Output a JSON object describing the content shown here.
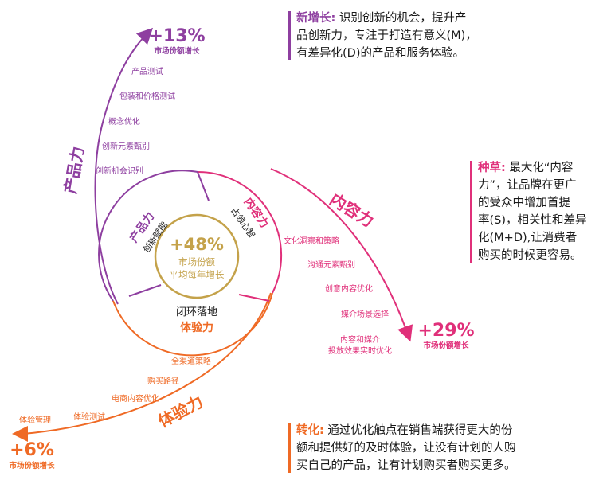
{
  "colors": {
    "product": "#8e3fa0",
    "content": "#e0307a",
    "experience": "#ef6a25",
    "gold": "#c4a24a",
    "text": "#1a1a1a"
  },
  "center": {
    "value": "+48%",
    "line1": "市场份额",
    "line2": "平均每年增长"
  },
  "segments": {
    "product": {
      "title": "产品力",
      "subtitle": "创新赋能"
    },
    "content": {
      "title": "内容力",
      "subtitle": "占领心智"
    },
    "experience": {
      "title": "体验力",
      "subtitle": "闭环落地"
    }
  },
  "arms": {
    "product": {
      "label": "产品力",
      "result_value": "+13%",
      "result_label": "市场份额增长",
      "steps": [
        "产品测试",
        "包装和价格测试",
        "概念优化",
        "创新元素甄别",
        "创新机会识别"
      ]
    },
    "content": {
      "label": "内容力",
      "result_value": "+29%",
      "result_label": "市场份额增长",
      "steps": [
        "文化洞察和策略",
        "沟通元素甄别",
        "创意内容优化",
        "媒介场景选择",
        "内容和媒介",
        "投放效果实时优化"
      ]
    },
    "experience": {
      "label": "体验力",
      "result_value": "+6%",
      "result_label": "市场份额增长",
      "steps": [
        "全渠道策略",
        "购买路径",
        "电商内容优化",
        "体验测试",
        "体验管理"
      ]
    }
  },
  "notes": {
    "growth": {
      "lead": "新增长:",
      "lines": [
        "识别创新的机会，提升产",
        "品创新力，专注于打造有意义(M)，",
        "有差异化(D)的产品和服务体验。"
      ]
    },
    "seeding": {
      "lead": "种草:",
      "lines": [
        "最大化“内容",
        "力”，让品牌在更广",
        "的受众中增加首提",
        "率(S)，相关性和差异",
        "化(M+D),让消费者",
        "购买的时候更容易。"
      ]
    },
    "conversion": {
      "lead": "转化:",
      "lines": [
        "通过优化触点在销售端获得更大的份",
        "额和提供好的及时体验，让没有计划的人购",
        "买自己的产品，让有计划购买者购买更多。"
      ]
    }
  }
}
